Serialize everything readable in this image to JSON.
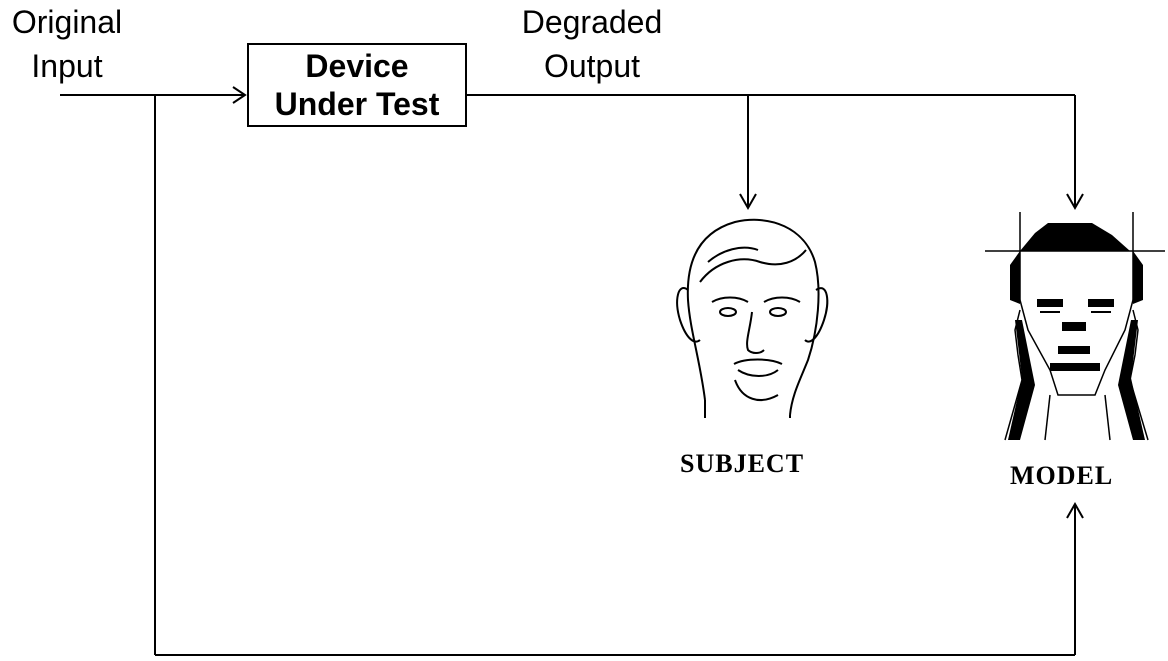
{
  "input_label": [
    "Original",
    "Input"
  ],
  "output_label": [
    "Degraded",
    "Output"
  ],
  "device": [
    "Device",
    "Under Test"
  ],
  "subject_label": "SUBJECT",
  "model_label": "MODEL",
  "colors": {
    "line": "#000000",
    "background": "#ffffff"
  }
}
